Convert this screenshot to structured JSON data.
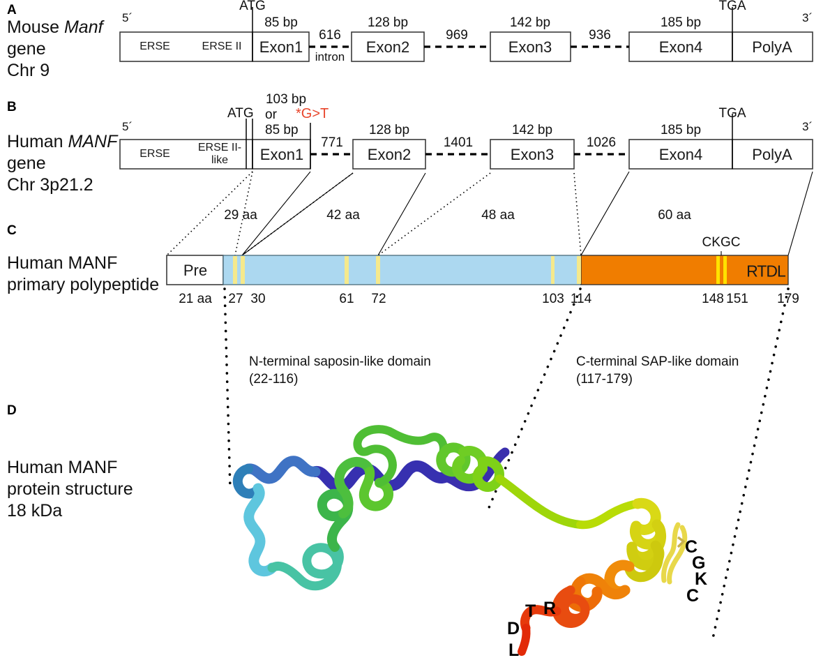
{
  "figure": {
    "panels": [
      {
        "letter": "A",
        "title_lines": [
          "Mouse Manf",
          "gene",
          "Chr 9"
        ],
        "italic_word": "Manf"
      },
      {
        "letter": "B",
        "title_lines": [
          "Human MANF",
          "gene",
          "Chr 3p21.2"
        ],
        "italic_word": "MANF"
      },
      {
        "letter": "C",
        "title_lines": [
          "Human MANF",
          "primary polypeptide"
        ],
        "italic_word": ""
      },
      {
        "letter": "D",
        "title_lines": [
          "Human MANF",
          "protein structure",
          "18 kDa"
        ],
        "italic_word": ""
      }
    ]
  },
  "panelA": {
    "five_prime": "5´",
    "three_prime": "3´",
    "start_codon": "ATG",
    "stop_codon": "TGA",
    "promoter": {
      "left_label": "ERSE",
      "right_label": "ERSE II"
    },
    "exons": [
      {
        "name": "Exon1",
        "size": "85 bp"
      },
      {
        "name": "Exon2",
        "size": "128 bp"
      },
      {
        "name": "Exon3",
        "size": "142 bp"
      },
      {
        "name": "Exon4",
        "size": "185 bp"
      }
    ],
    "polyA": "PolyA",
    "introns": [
      {
        "size": "616",
        "note": "intron"
      },
      {
        "size": "969",
        "note": ""
      },
      {
        "size": "936",
        "note": ""
      }
    ]
  },
  "panelB": {
    "five_prime": "5´",
    "three_prime": "3´",
    "start_codon": "ATG",
    "stop_codon": "TGA",
    "mutation": "*G>T",
    "mutation_color": "#e8452b",
    "exon1_size_lines": [
      "103 bp",
      "or",
      "85 bp"
    ],
    "promoter": {
      "left_label": "ERSE",
      "right_label": "ERSE II-\nlike"
    },
    "exons": [
      {
        "name": "Exon1",
        "size": ""
      },
      {
        "name": "Exon2",
        "size": "128 bp"
      },
      {
        "name": "Exon3",
        "size": "142 bp"
      },
      {
        "name": "Exon4",
        "size": "185 bp"
      }
    ],
    "polyA": "PolyA",
    "introns": [
      {
        "size": "771",
        "note": ""
      },
      {
        "size": "1401",
        "note": ""
      },
      {
        "size": "1026",
        "note": ""
      }
    ]
  },
  "panelC": {
    "pre_label": "Pre",
    "pre_size": "21 aa",
    "c_terminal_motif": "RTDL",
    "ckgc_label": "CKGC",
    "exon_aa_sizes": [
      "29 aa",
      "42 aa",
      "48 aa",
      "60 aa"
    ],
    "residue_ticks": [
      "27",
      "30",
      "61",
      "72",
      "103",
      "114",
      "148",
      "151",
      "179"
    ],
    "colors": {
      "n_domain": "#ACD8F0",
      "c_domain": "#F07D00",
      "cysteine": "#F5E98C",
      "pre": "#FFFFFF"
    },
    "domains": [
      {
        "name": "N-terminal saposin-like domain",
        "range": "(22-116)"
      },
      {
        "name": "C-terminal SAP-like domain",
        "range": "(117-179)"
      }
    ]
  },
  "panelD": {
    "ckgc_residues": [
      "C",
      "G",
      "K",
      "C"
    ],
    "rtdl_residues": [
      "D",
      "T",
      "R",
      "L"
    ],
    "molecular_weight": "18 kDa"
  },
  "chart_data": {
    "type": "diagram",
    "title": "MANF gene structure and protein architecture",
    "mouse_gene": {
      "chromosome": "Chr 9",
      "exon_sizes_bp": [
        85,
        128,
        142,
        185
      ],
      "intron_sizes_bp": [
        616,
        969,
        936
      ]
    },
    "human_gene": {
      "chromosome": "Chr 3p21.2",
      "exon_sizes_bp": [
        103,
        128,
        142,
        185
      ],
      "exon1_alternate_bp": 85,
      "intron_sizes_bp": [
        771,
        1401,
        1026
      ],
      "mutation": "*G>T"
    },
    "polypeptide": {
      "length_aa": 179,
      "signal_peptide_aa": 21,
      "exon_encoded_aa": [
        29,
        42,
        48,
        60
      ],
      "cysteine_positions": [
        27,
        30,
        61,
        72,
        103,
        114,
        148,
        151
      ],
      "n_domain_range": [
        22,
        116
      ],
      "c_domain_range": [
        117,
        179
      ]
    }
  }
}
